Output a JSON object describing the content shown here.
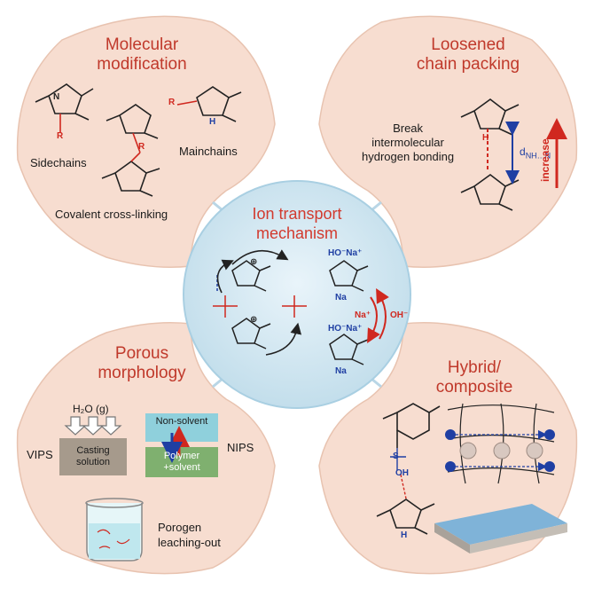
{
  "center": {
    "title_line1": "Ion  transport",
    "title_line2": "mechanism",
    "labels": {
      "ho_na_top": "HO⁻Na⁺",
      "na_top": "Na",
      "na_plus": "Na⁺",
      "oh_minus": "OH⁻",
      "ho_na_bottom": "HO⁻Na⁺",
      "na_bottom": "Na",
      "h_plus_1": "⊕",
      "h_plus_2": "⊕"
    }
  },
  "top_left": {
    "title_line1": "Molecular",
    "title_line2": "modification",
    "sidechains": "Sidechains",
    "mainchains": "Mainchains",
    "crosslink": "Covalent cross-linking"
  },
  "top_right": {
    "title_line1": "Loosened",
    "title_line2": "chain packing",
    "break_line1": "Break",
    "break_line2": "intermolecular",
    "break_line3": "hydrogen bonding",
    "d_label": "d",
    "d_sub": "NH…N",
    "increase": "increase"
  },
  "bottom_left": {
    "title_line1": "Porous",
    "title_line2": "morphology",
    "h2o": "H₂O (g)",
    "vips": "VIPS",
    "casting_line1": "Casting",
    "casting_line2": "solution",
    "non_solvent": "Non-solvent",
    "polymer_line1": "Polymer",
    "polymer_line2": "+solvent",
    "nips": "NIPS",
    "porogen_line1": "Porogen",
    "porogen_line2": "leaching-out"
  },
  "bottom_right": {
    "title_line1": "Hybrid/",
    "title_line2": "composite",
    "h_ion": "H"
  },
  "colors": {
    "petal": "#f7ddd0",
    "petal_edge": "#e8c3b0",
    "center_fill": "#cfe6f1",
    "center_edge": "#a9cfe2",
    "title_red": "#c0392b",
    "blue": "#1f3fa3",
    "red": "#d0281f"
  }
}
